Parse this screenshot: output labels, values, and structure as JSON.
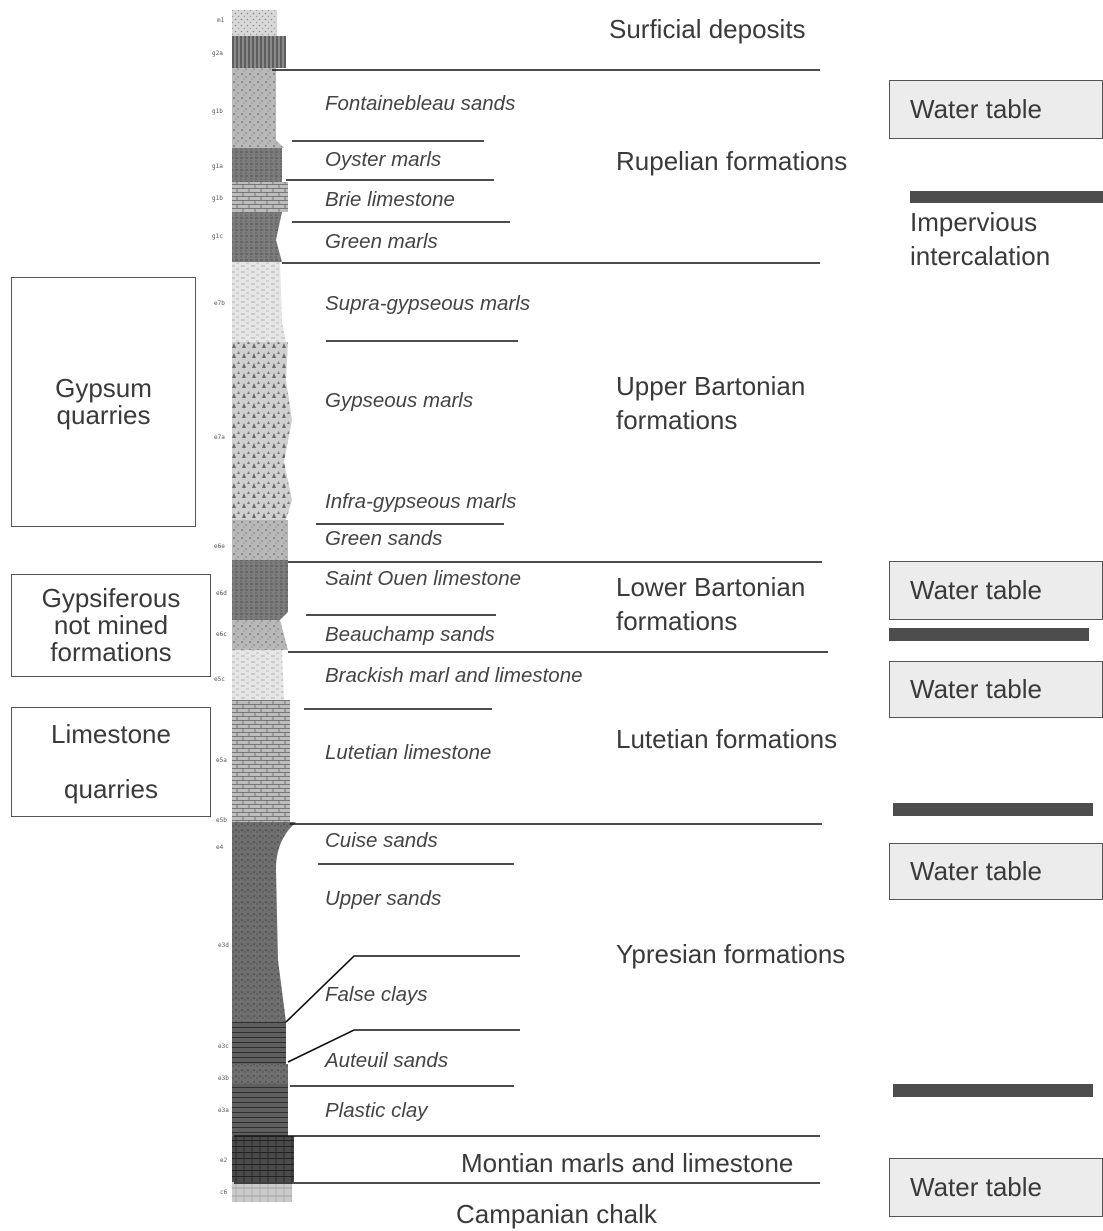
{
  "layers": [
    "Fontainebleau sands",
    "Oyster marls",
    "Brie limestone",
    "Green marls",
    "Supra-gypseous marls",
    "Gypseous marls",
    "Infra-gypseous marls",
    "Green sands",
    "Saint Ouen limestone",
    "Beauchamp sands",
    "Brackish marl and limestone",
    "Lutetian limestone",
    "Cuise sands",
    "Upper sands",
    "False clays",
    "Auteuil sands",
    "Plastic clay"
  ],
  "formations": [
    "Surficial deposits",
    "Rupelian formations",
    "Upper Bartonian\nformations",
    "Lower Bartonian\nformations",
    "Lutetian formations",
    "Ypresian formations",
    "Montian marls and limestone",
    "Campanian chalk"
  ],
  "quarries": [
    "Gypsum\nquarries",
    "Gypsiferous\nnot mined\nformations",
    "Limestone\n\nquarries"
  ],
  "water_table_label": "Water table",
  "impervious_label": "Impervious\nintercalation",
  "column_codes": [
    "m1",
    "g2a",
    "g1b",
    "g1a",
    "g1b",
    "g1c",
    "e7b",
    "e7a",
    "e6e",
    "e6d",
    "e6c",
    "e5c",
    "e5b",
    "e5a",
    "e4",
    "e3d",
    "e3c",
    "e3b",
    "e3a",
    "e2",
    "c6"
  ],
  "colors": {
    "line": "#111111",
    "box_border": "#555555",
    "water_table_fill": "#ececec",
    "impervious_bar": "#4d4d4d"
  }
}
